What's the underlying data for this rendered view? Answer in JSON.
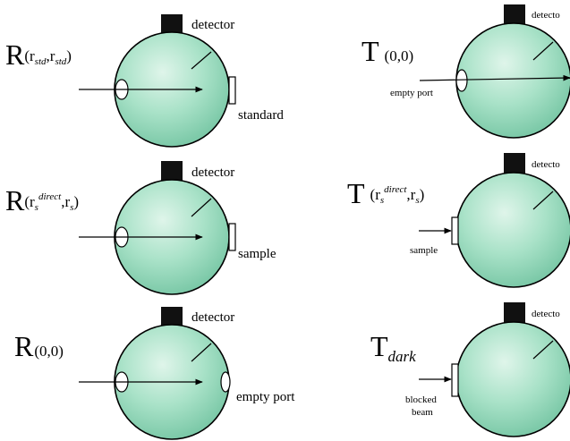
{
  "colors": {
    "sphere_center": "#dff5ea",
    "sphere_mid": "#a9e2c8",
    "sphere_edge": "#7cc9a8",
    "detector": "#111111",
    "outline": "#000000"
  },
  "panels": {
    "r_std": {
      "main": "R",
      "open": "(r",
      "sub1": "std",
      "comma": ",r",
      "sub2": "std",
      "close": ")",
      "detector_label": "detector",
      "port_label": "standard"
    },
    "r_sample": {
      "main": "R",
      "open": "(r",
      "sup": "direct",
      "mid": ",r",
      "sub": "s",
      "close": ")",
      "subs": "s",
      "detector_label": "detector",
      "port_label": "sample"
    },
    "r_zero": {
      "main": "R",
      "args": "(0,0)",
      "detector_label": "detector",
      "port_label": "empty port"
    },
    "t_zero": {
      "main": "T",
      "args": "(0,0)",
      "detector_label": "detecto",
      "port_label": "empty port"
    },
    "t_sample": {
      "main": "T",
      "open": "(r",
      "sup": "direct",
      "mid": ",r",
      "sub": "s",
      "close": ")",
      "subs": "s",
      "detector_label": "detecto",
      "port_label": "sample"
    },
    "t_dark": {
      "main": "T",
      "sub": "dark",
      "detector_label": "detecto",
      "port_label_1": "blocked",
      "port_label_2": "beam"
    }
  }
}
